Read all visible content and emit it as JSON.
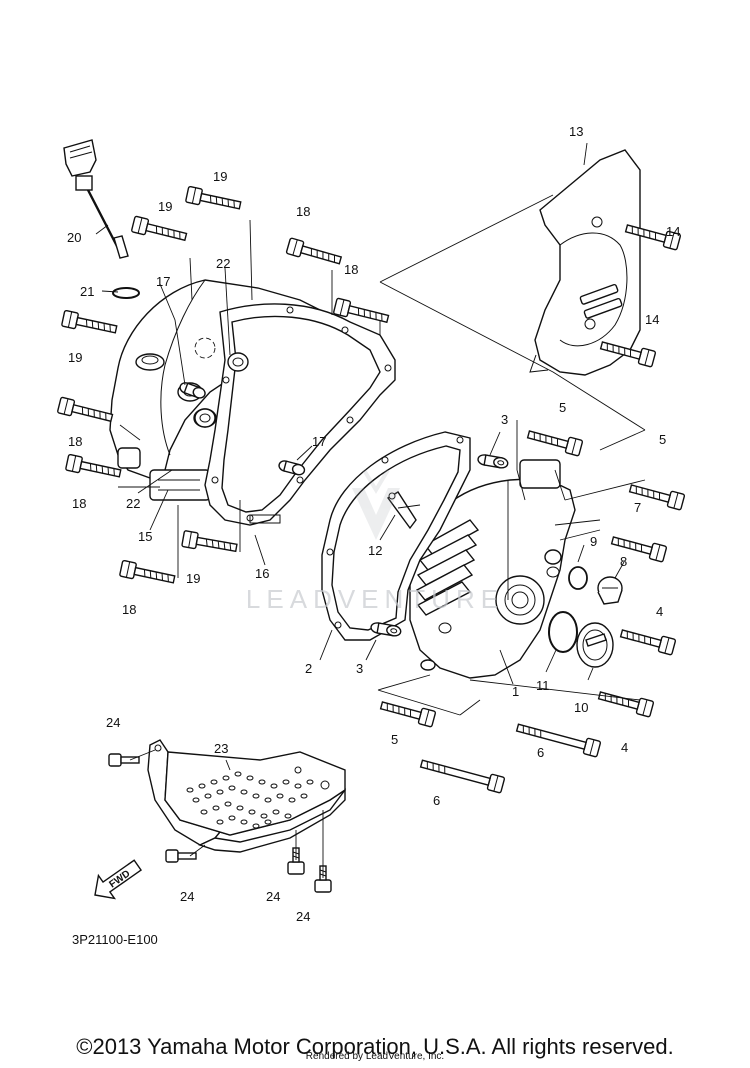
{
  "diagram_code": "3P21100-E100",
  "copyright": "©2013 Yamaha Motor Corporation, U.S.A. All rights reserved.",
  "rendered_by": "Rendered by LeadVenture, Inc.",
  "watermark": "LEADVENTURE",
  "fwd_label": "FWD",
  "callouts": {
    "c1": "1",
    "c2": "2",
    "c3a": "3",
    "c3b": "3",
    "c4a": "4",
    "c4b": "4",
    "c5a": "5",
    "c5b": "5",
    "c5c": "5",
    "c6a": "6",
    "c6b": "6",
    "c7": "7",
    "c8": "8",
    "c9": "9",
    "c10": "10",
    "c11": "11",
    "c12": "12",
    "c13": "13",
    "c14a": "14",
    "c14b": "14",
    "c15": "15",
    "c16": "16",
    "c17a": "17",
    "c17b": "17",
    "c18a": "18",
    "c18b": "18",
    "c18c": "18",
    "c18d": "18",
    "c18e": "18",
    "c19a": "19",
    "c19b": "19",
    "c19c": "19",
    "c19d": "19",
    "c20": "20",
    "c21": "21",
    "c22a": "22",
    "c22b": "22",
    "c23": "23",
    "c24a": "24",
    "c24b": "24",
    "c24c": "24",
    "c24d": "24"
  }
}
